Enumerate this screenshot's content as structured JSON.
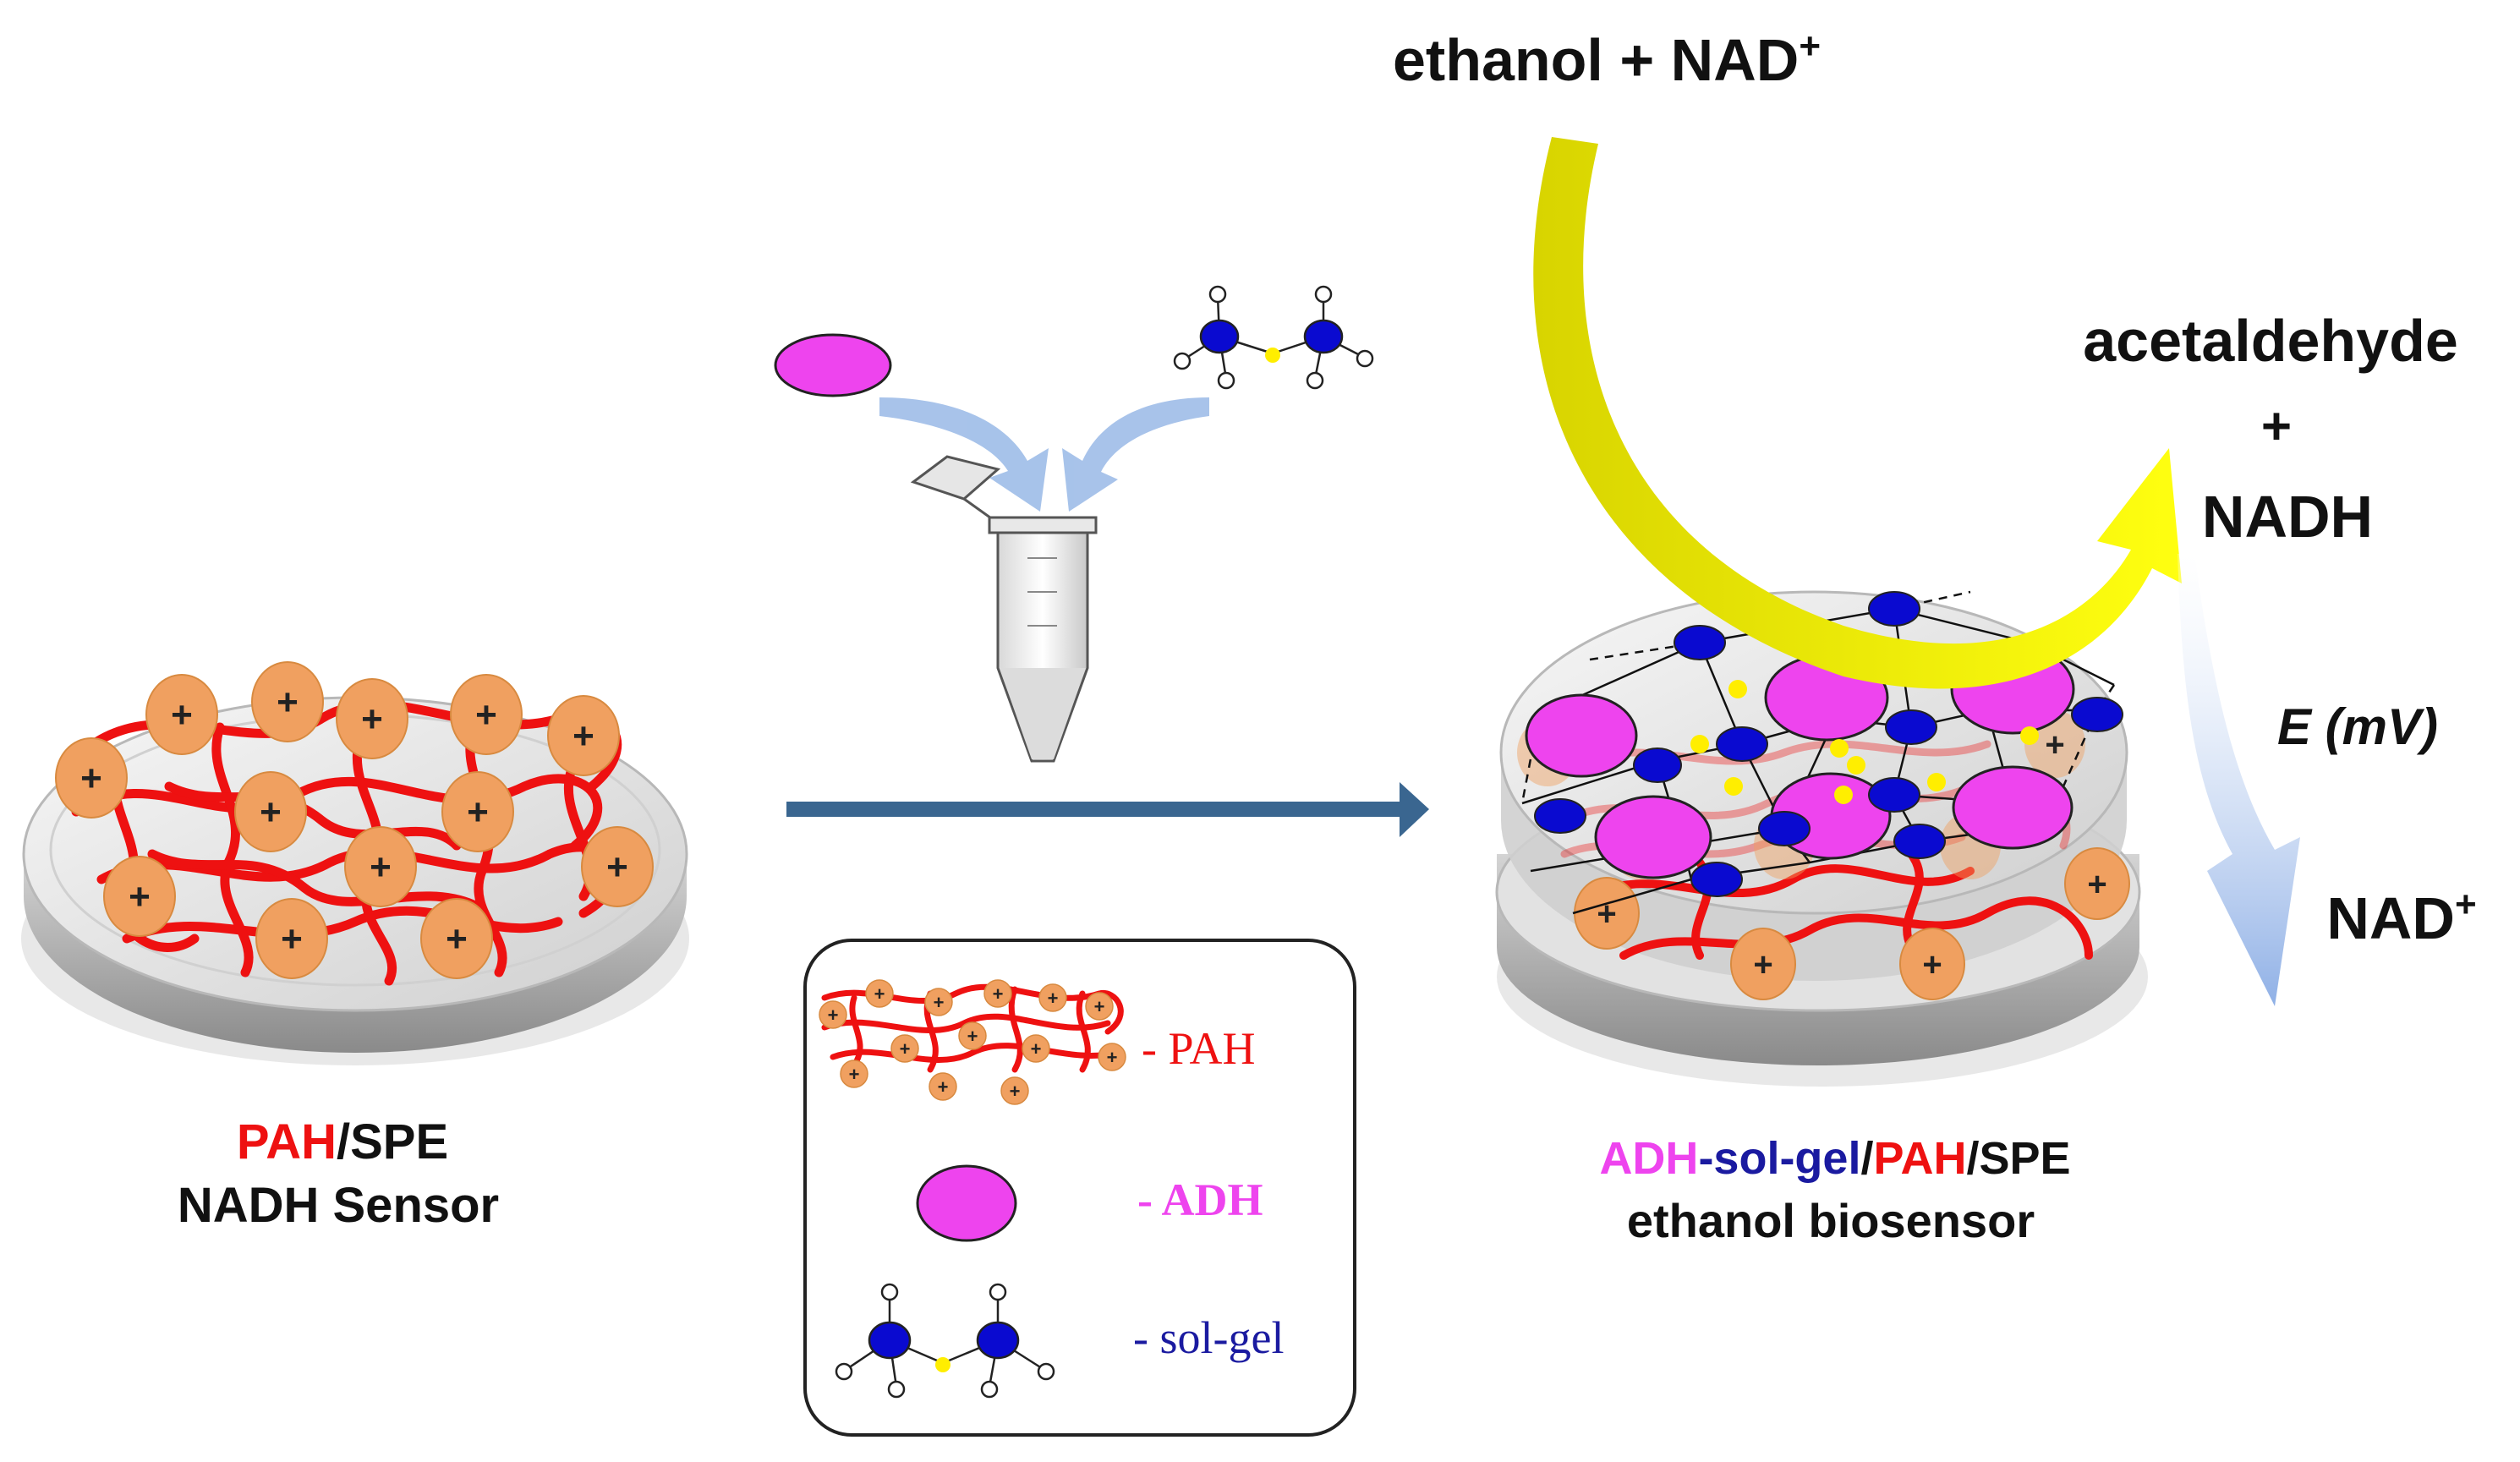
{
  "left": {
    "line1_part1": "PAH",
    "line1_sep": "/",
    "line1_part2": "SPE",
    "line2": "NADH Sensor"
  },
  "right": {
    "line1_part1": "ADH",
    "line1_part2": "-sol-gel",
    "line1_sep1": "/",
    "line1_part3": "PAH",
    "line1_sep2": "/",
    "line1_part4": "SPE",
    "line2": "ethanol biosensor"
  },
  "reaction": {
    "reactants": "ethanol + NAD",
    "reactants_sup": "+",
    "product1": "acetaldehyde",
    "plus": "+",
    "product2": "NADH",
    "potential": "E (mV)",
    "regenerated": "NAD",
    "regenerated_sup": "+"
  },
  "legend": {
    "pah": "- PAH",
    "adh": "- ADH",
    "solgel": "- sol-gel"
  },
  "colors": {
    "pah": "#ee1111",
    "adh": "#ee44ee",
    "solgel": "#1a1aa0",
    "charge": "#f0a060",
    "arrow_yellow": "#e8e600",
    "arrow_blue": "#9ebde8",
    "process_arrow": "#3a6690"
  }
}
